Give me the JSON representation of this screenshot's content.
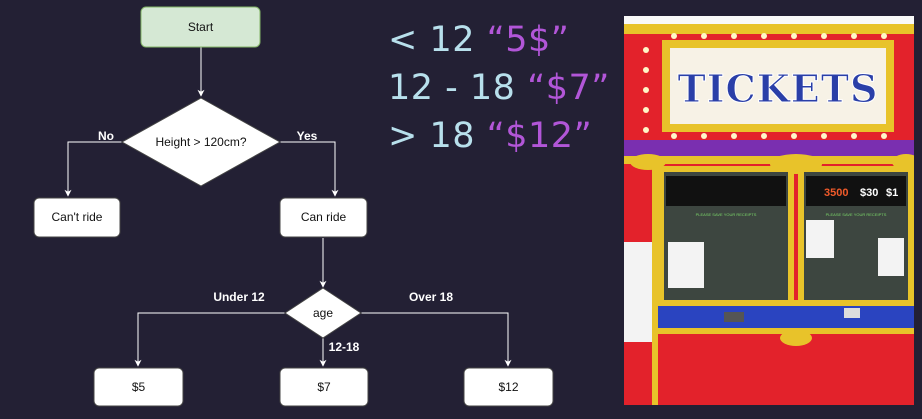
{
  "flowchart": {
    "start": "Start",
    "decision_height": "Height > 120cm?",
    "no_label": "No",
    "yes_label": "Yes",
    "cant_ride": "Can't ride",
    "can_ride": "Can ride",
    "decision_age": "age",
    "under_12_label": "Under 12",
    "teen_label": "12-18",
    "over_18_label": "Over 18",
    "price_under_12": "$5",
    "price_teen": "$7",
    "price_over_18": "$12"
  },
  "price_notes": [
    {
      "range": "< 12",
      "value": "“5$”"
    },
    {
      "range": "12 - 18",
      "value": "“$7”"
    },
    {
      "range": "> 18",
      "value": "“$12”"
    }
  ],
  "photo": {
    "sign_text": "TICKETS",
    "board_1": "3500",
    "board_2": "$30",
    "board_3": "$1",
    "receipt_left": "PLEASE SAVE YOUR RECEIPTS",
    "receipt_right": "PLEASE SAVE YOUR RECEIPTS"
  },
  "colors": {
    "background": "#232034",
    "start_fill": "#d5e8d4",
    "node_fill": "#ffffff",
    "range_text": "#b8e0ec",
    "value_text": "#b256d8",
    "booth_red": "#e3222b",
    "booth_gold": "#e8c32a"
  }
}
